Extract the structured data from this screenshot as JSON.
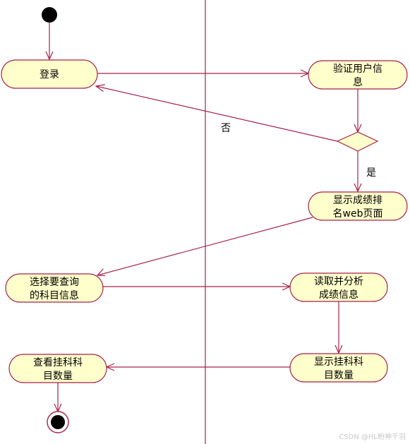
{
  "colors": {
    "line": "#a8224a",
    "node_fill": "#ffffcc",
    "start_fill": "#000000"
  },
  "nodes": {
    "login": [
      "登录"
    ],
    "verify_user": [
      "验证用户信",
      "息"
    ],
    "show_ranking": [
      "显示成绩排",
      "名web页面"
    ],
    "select_subject": [
      "选择要查询",
      "的科目信息"
    ],
    "read_analyze": [
      "读取并分析",
      "成绩信息"
    ],
    "show_subject_count_right": [
      "显示挂科科",
      "目数量"
    ],
    "view_subject_count_left": [
      "查看挂科科",
      "目数量"
    ]
  },
  "guards": {
    "no": "否",
    "yes": "是"
  },
  "watermark": "CSDN @HL盼神千羽"
}
